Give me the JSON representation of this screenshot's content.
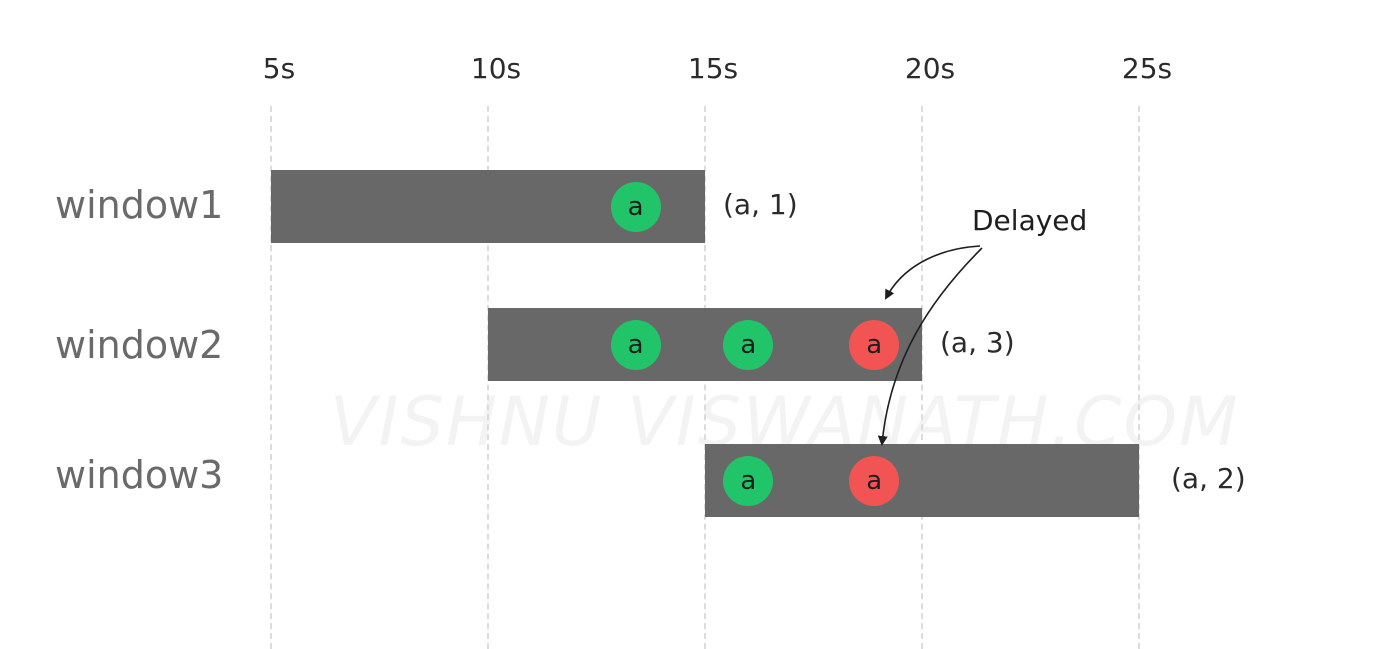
{
  "axis": {
    "ticks": [
      {
        "value": 5,
        "label": "5s"
      },
      {
        "value": 10,
        "label": "10s"
      },
      {
        "value": 15,
        "label": "15s"
      },
      {
        "value": 20,
        "label": "20s"
      },
      {
        "value": 25,
        "label": "25s"
      }
    ]
  },
  "windows": [
    {
      "label": "window1",
      "start": 5,
      "end": 15,
      "result": "(a, 1)",
      "events": [
        {
          "key": "a",
          "time": 13.4,
          "status": "on-time"
        }
      ]
    },
    {
      "label": "window2",
      "start": 10,
      "end": 20,
      "result": "(a, 3)",
      "events": [
        {
          "key": "a",
          "time": 13.4,
          "status": "on-time"
        },
        {
          "key": "a",
          "time": 16.0,
          "status": "on-time"
        },
        {
          "key": "a",
          "time": 18.9,
          "status": "delayed"
        }
      ]
    },
    {
      "label": "window3",
      "start": 15,
      "end": 25,
      "result": "(a, 2)",
      "events": [
        {
          "key": "a",
          "time": 16.0,
          "status": "on-time"
        },
        {
          "key": "a",
          "time": 18.9,
          "status": "delayed"
        }
      ]
    }
  ],
  "callout": {
    "text": "Delayed"
  },
  "watermark": {
    "text": "VISHNU VISWANATH.COM"
  },
  "colors": {
    "bar": "#686868",
    "on_time_event": "#22c46a",
    "delayed_event": "#f25454",
    "grid": "#dcdcdc"
  }
}
